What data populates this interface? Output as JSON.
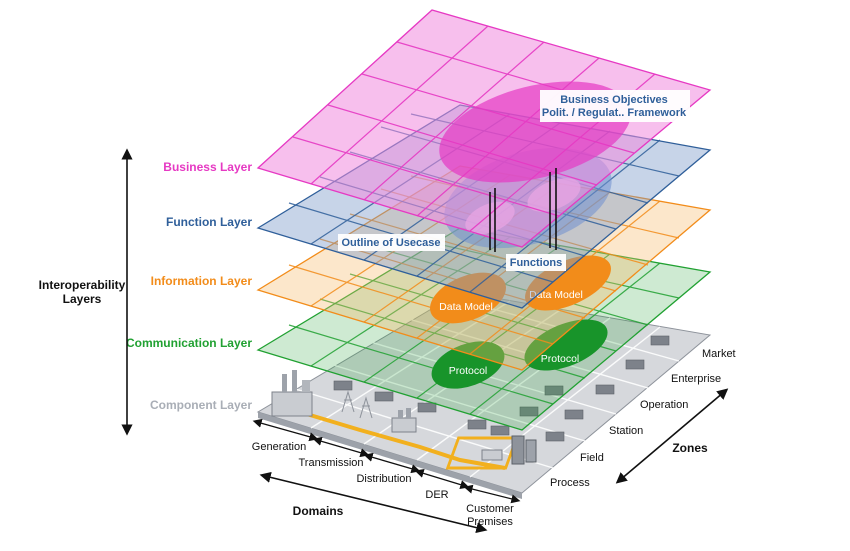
{
  "layers": {
    "business": {
      "label": "Business Layer",
      "color": "#e639c3"
    },
    "function": {
      "label": "Function Layer",
      "color": "#2f5f9a"
    },
    "information": {
      "label": "Information Layer",
      "color": "#f28c1a"
    },
    "communication": {
      "label": "Communication Layer",
      "color": "#21a132"
    },
    "component": {
      "label": "Component Layer",
      "color": "#a9aeb6"
    }
  },
  "axes": {
    "interoperability_line1": "Interoperability",
    "interoperability_line2": "Layers",
    "zones_title": "Zones",
    "domains_title": "Domains"
  },
  "zones": [
    "Market",
    "Enterprise",
    "Operation",
    "Station",
    "Field",
    "Process"
  ],
  "domains": {
    "generation": "Generation",
    "transmission": "Transmission",
    "distribution": "Distribution",
    "der": "DER",
    "customer_line1": "Customer",
    "customer_line2": "Premises"
  },
  "callouts": {
    "business_line1": "Business Objectives",
    "business_line2": "Polit. / Regulat.. Framework",
    "usecase": "Outline of Usecase",
    "functions": "Functions"
  },
  "elements": {
    "data_model": "Data Model",
    "protocol": "Protocol"
  }
}
